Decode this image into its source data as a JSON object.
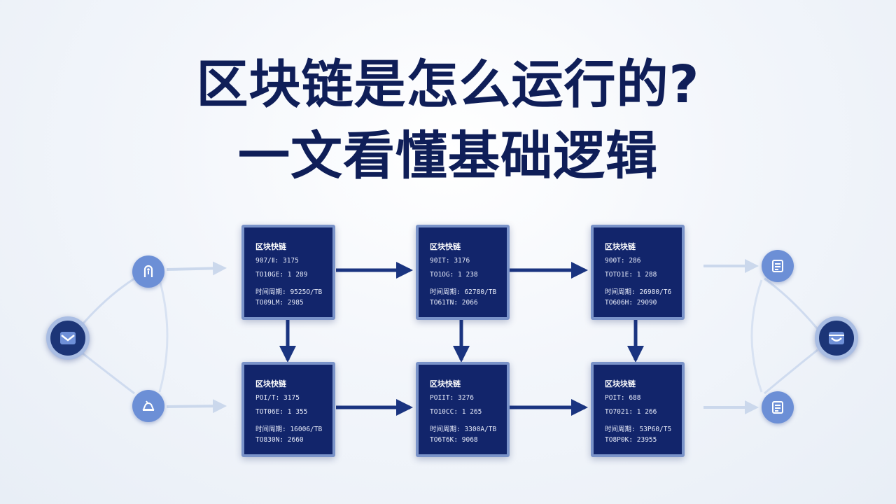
{
  "title": {
    "line1": "区块链是怎么运行的?",
    "line2": "一文看懂基础逻辑"
  },
  "blocks": {
    "top": [
      {
        "title": "区块快链",
        "line1": "907/Ⅱ: 3175",
        "line2": "TO10GE: 1 289",
        "line3": "时间周期: 9525O/TB",
        "line4": "TO09LM: 2985"
      },
      {
        "title": "区块快链",
        "line1": "90IT: 3176",
        "line2": "TO1OG: 1 238",
        "line3": "时间周期: 62780/TB",
        "line4": "TO61TN: 2066"
      },
      {
        "title": "区块块链",
        "line1": "900T: 286",
        "line2": "TOTO1E: 1 288",
        "line3": "时间周期: 26980/T6",
        "line4": "TO606H: 29090"
      }
    ],
    "bottom": [
      {
        "title": "区块快链",
        "line1": "POI/T: 3175",
        "line2": "TOT06E: 1 355",
        "line3": "时间周期: 16006/TB",
        "line4": "TO830N: 2660"
      },
      {
        "title": "区块快链",
        "line1": "POIIT: 3276",
        "line2": "TO10CC: 1 265",
        "line3": "时间周期: 3300A/TB",
        "line4": "TO6T6K: 9068"
      },
      {
        "title": "区块块链",
        "line1": "POIT: 688",
        "line2": "TO7021: 1 266",
        "line3": "时间周期: 53P60/T5",
        "line4": "TO8P0K: 23955"
      }
    ]
  },
  "nodes": {
    "left_hub": "mail-icon",
    "left_top": "key-icon",
    "left_bottom": "bell-icon",
    "right_hub": "wallet-icon",
    "right_top": "document-icon",
    "right_bottom": "document-icon"
  },
  "colors": {
    "title": "#0f1e58",
    "block_fill": "#12256b",
    "block_border": "#7a93c9",
    "arrow": "#1a3480",
    "node_light": "#6c8fd6",
    "node_dark": "#1c3577"
  }
}
